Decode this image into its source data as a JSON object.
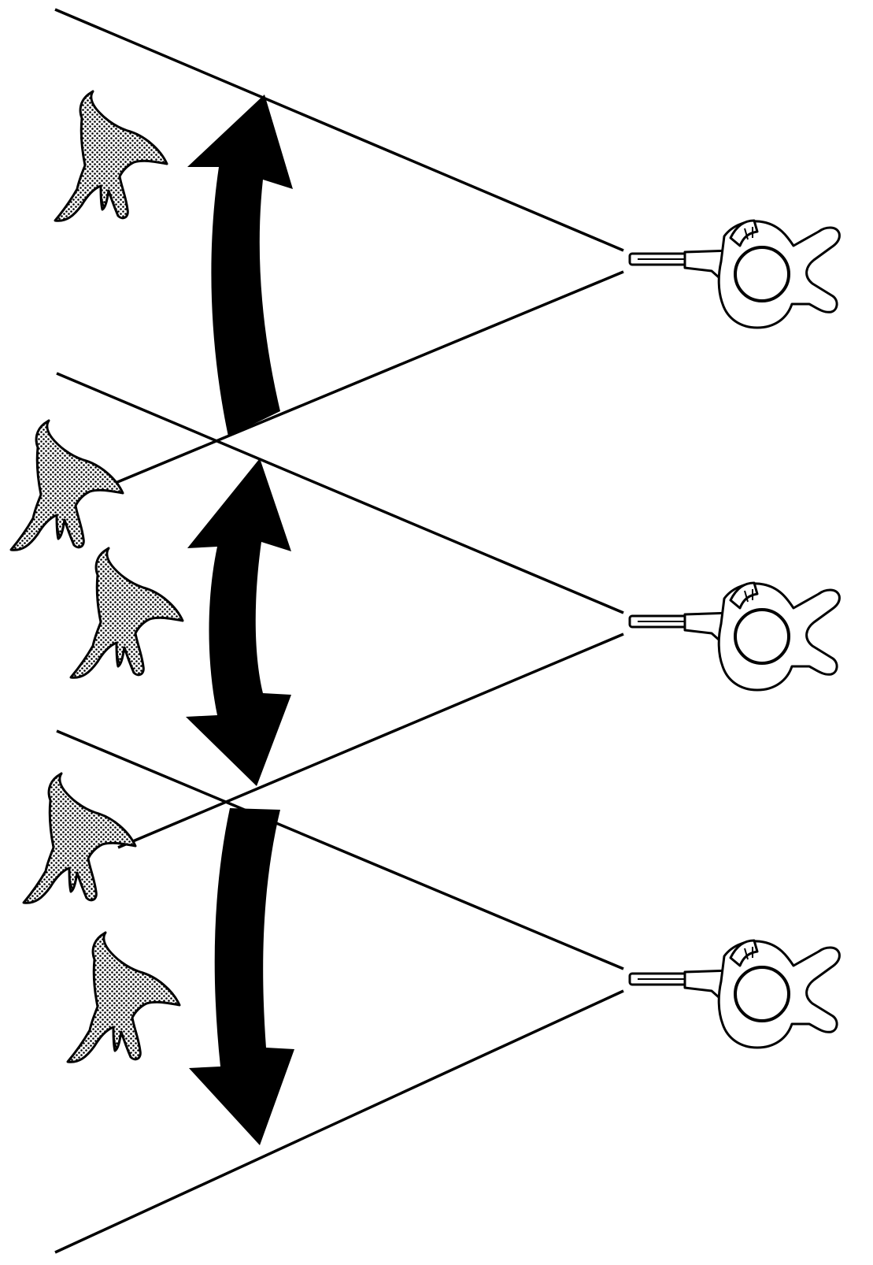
{
  "figure": {
    "description_text": "",
    "colors": {
      "ink": "#000000",
      "paper": "#ffffff",
      "stipple": "#9a9a9a"
    },
    "icons": {
      "shooter": "shooter-topdown-icon",
      "bird": "flying-duck-icon",
      "zone_arrow": "double-headed-curved-arrow-icon"
    },
    "shooters": [
      {
        "name": "shooter-top"
      },
      {
        "name": "shooter-middle"
      },
      {
        "name": "shooter-bottom"
      }
    ],
    "birds": [
      {
        "name": "bird-1"
      },
      {
        "name": "bird-2"
      },
      {
        "name": "bird-3"
      },
      {
        "name": "bird-4"
      },
      {
        "name": "bird-5"
      }
    ]
  }
}
